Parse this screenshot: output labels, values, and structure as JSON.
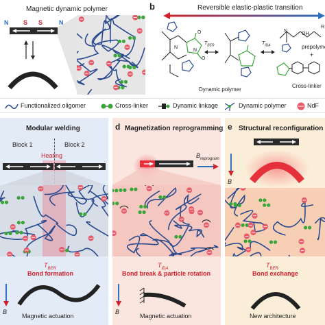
{
  "panel_a": {
    "title": "Magnetic dynamic polymer",
    "pole_left": "N",
    "pole_s1": "S",
    "pole_s2": "S",
    "pole_right": "N"
  },
  "panel_b": {
    "letter": "b",
    "header": "Reversible elastic-plastic transition",
    "t_ber": "T",
    "t_ber_sub": "BER",
    "t_ida": "T",
    "t_ida_sub": "IDA",
    "caption_dynamic": "Dynamic polymer",
    "caption_prepolymer": "prepolymer",
    "plus": "+",
    "caption_crosslinker": "Cross-linker",
    "atom_n": "N",
    "atom_o": "O",
    "atom_oh": "OH",
    "atom_r": "R"
  },
  "legend": {
    "items": [
      {
        "label": "Functionalized oligomer"
      },
      {
        "label": "Cross-linker"
      },
      {
        "label": "Dynamic linkage"
      },
      {
        "label": "Dynamic polymer"
      },
      {
        "label": "NdF"
      }
    ]
  },
  "panel_c": {
    "title": "Modular welding",
    "block1": "Block 1",
    "block2": "Block 2",
    "heating": "Heating",
    "temp": "T",
    "temp_sub": "BER",
    "bond_label": "Bond formation",
    "b_label": "B",
    "actuation": "Magnetic actuation"
  },
  "panel_d": {
    "letter": "d",
    "title": "Magnetization reprogramming",
    "b_reprogram": "B",
    "b_reprogram_sub": "reprogram",
    "temp": "T",
    "temp_sub": "IDA",
    "bond_label": "Bond break & particle rotation",
    "b_label": "B",
    "actuation": "Magnetic actuation"
  },
  "panel_e": {
    "letter": "e",
    "title": "Structural reconfiguration",
    "b_label": "B",
    "temp": "T",
    "temp_sub": "BER",
    "bond_label": "Bond exchange",
    "architecture": "New architecture"
  },
  "colors": {
    "chain": "#2b4a8e",
    "particle": "#e85a6a",
    "crosslinker": "#3aa53a",
    "red": "#d0202a",
    "blue": "#2f6fc0",
    "panel_c_bg": "#e3ebf7",
    "panel_d_bg": "#fae6de",
    "panel_e_bg": "#fbeed9"
  }
}
